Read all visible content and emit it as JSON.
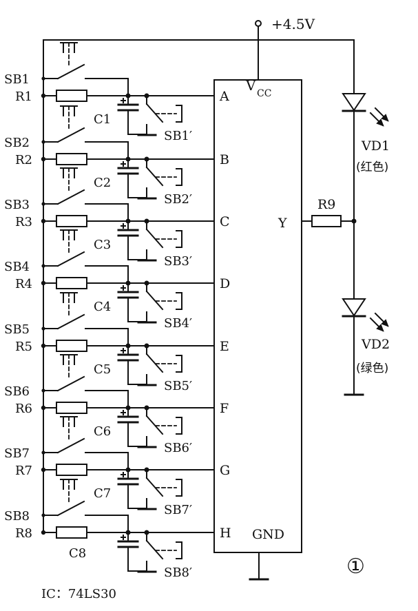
{
  "supply": {
    "label": "+4.5V"
  },
  "ic": {
    "vcc_main": "V",
    "vcc_sub": "CC",
    "gnd": "GND",
    "inputs": [
      "A",
      "B",
      "C",
      "D",
      "E",
      "F",
      "G",
      "H"
    ],
    "output": "Y",
    "caption": "IC：74LS30"
  },
  "channels": [
    {
      "switch": "SB1",
      "resistor": "R1",
      "capacitor": "C1",
      "reset_switch": "SB1′"
    },
    {
      "switch": "SB2",
      "resistor": "R2",
      "capacitor": "C2",
      "reset_switch": "SB2′"
    },
    {
      "switch": "SB3",
      "resistor": "R3",
      "capacitor": "C3",
      "reset_switch": "SB3′"
    },
    {
      "switch": "SB4",
      "resistor": "R4",
      "capacitor": "C4",
      "reset_switch": "SB4′"
    },
    {
      "switch": "SB5",
      "resistor": "R5",
      "capacitor": "C5",
      "reset_switch": "SB5′"
    },
    {
      "switch": "SB6",
      "resistor": "R6",
      "capacitor": "C6",
      "reset_switch": "SB6′"
    },
    {
      "switch": "SB7",
      "resistor": "R7",
      "capacitor": "C7",
      "reset_switch": "SB7′"
    },
    {
      "switch": "SB8",
      "resistor": "R8",
      "capacitor": "C8",
      "reset_switch": "SB8′"
    }
  ],
  "output_resistor": "R9",
  "leds": [
    {
      "name": "VD1",
      "color_note": "(红色)"
    },
    {
      "name": "VD2",
      "color_note": "(绿色)"
    }
  ],
  "figure_number": "①"
}
